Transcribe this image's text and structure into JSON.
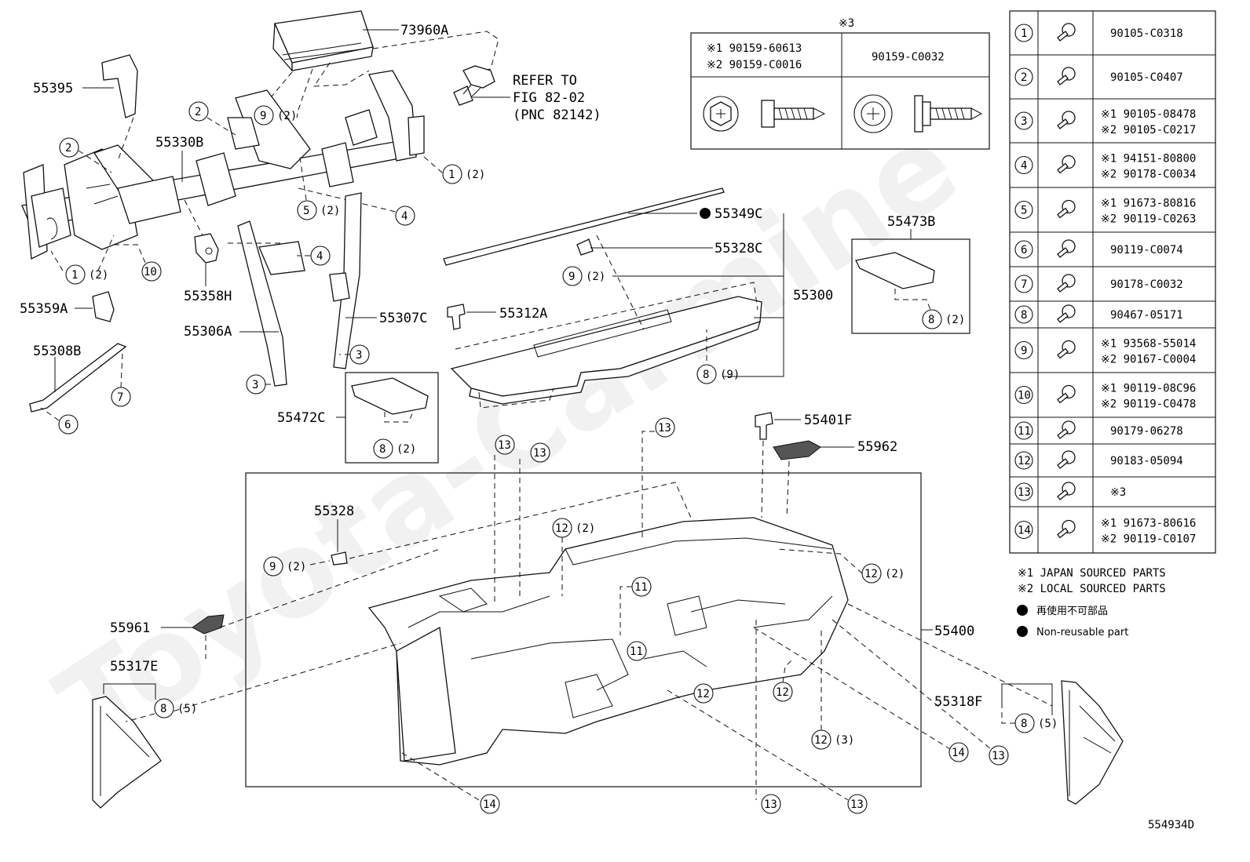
{
  "drawing_id": "554934D",
  "watermark": "Toyota-Carmine",
  "callouts": {
    "c73960A": "73960A",
    "c55395": "55395",
    "c55330B": "55330B",
    "c55359A": "55359A",
    "c55358H": "55358H",
    "c55306A": "55306A",
    "c55307C": "55307C",
    "c55308B": "55308B",
    "c55312A": "55312A",
    "c55349C": "55349C",
    "c55328C": "55328C",
    "c55300": "55300",
    "c55473B": "55473B",
    "c55472C": "55472C",
    "c55401F": "55401F",
    "c55962": "55962",
    "c55328": "55328",
    "c55961": "55961",
    "c55317E": "55317E",
    "c55400": "55400",
    "c55318F": "55318F"
  },
  "refer": {
    "line1": "REFER TO",
    "line2": "FIG 82-02",
    "line3": "(PNC 82142)"
  },
  "qty": {
    "q2": "(2)",
    "q3": "(3)",
    "q5": "(5)",
    "q9": "(9)"
  },
  "nums": {
    "n1": "1",
    "n2": "2",
    "n3": "3",
    "n4": "4",
    "n5": "5",
    "n6": "6",
    "n7": "7",
    "n8": "8",
    "n9": "9",
    "n10": "10",
    "n11": "11",
    "n12": "12",
    "n13": "13",
    "n14": "14"
  },
  "screw_table": {
    "title": "※3",
    "left_line1": "※1 90159-60613",
    "left_line2": "※2 90159-C0016",
    "right": "90159-C0032"
  },
  "parts_table": [
    {
      "no": "1",
      "line1": "90105-C0318",
      "line2": ""
    },
    {
      "no": "2",
      "line1": "90105-C0407",
      "line2": ""
    },
    {
      "no": "3",
      "line1": "※1 90105-08478",
      "line2": "※2 90105-C0217"
    },
    {
      "no": "4",
      "line1": "※1 94151-80800",
      "line2": "※2 90178-C0034"
    },
    {
      "no": "5",
      "line1": "※1 91673-80816",
      "line2": "※2 90119-C0263"
    },
    {
      "no": "6",
      "line1": "90119-C0074",
      "line2": ""
    },
    {
      "no": "7",
      "line1": "90178-C0032",
      "line2": ""
    },
    {
      "no": "8",
      "line1": "90467-05171",
      "line2": ""
    },
    {
      "no": "9",
      "line1": "※1 93568-55014",
      "line2": "※2 90167-C0004"
    },
    {
      "no": "10",
      "line1": "※1 90119-08C96",
      "line2": "※2 90119-C0478"
    },
    {
      "no": "11",
      "line1": "90179-06278",
      "line2": ""
    },
    {
      "no": "12",
      "line1": "90183-05094",
      "line2": ""
    },
    {
      "no": "13",
      "line1": "※3",
      "line2": ""
    },
    {
      "no": "14",
      "line1": "※1 91673-80616",
      "line2": "※2 90119-C0107"
    }
  ],
  "legend": {
    "note1": "※1 JAPAN SOURCED PARTS",
    "note2": "※2 LOCAL SOURCED PARTS",
    "jp": "再使用不可部品",
    "en": "Non-reusable part"
  }
}
